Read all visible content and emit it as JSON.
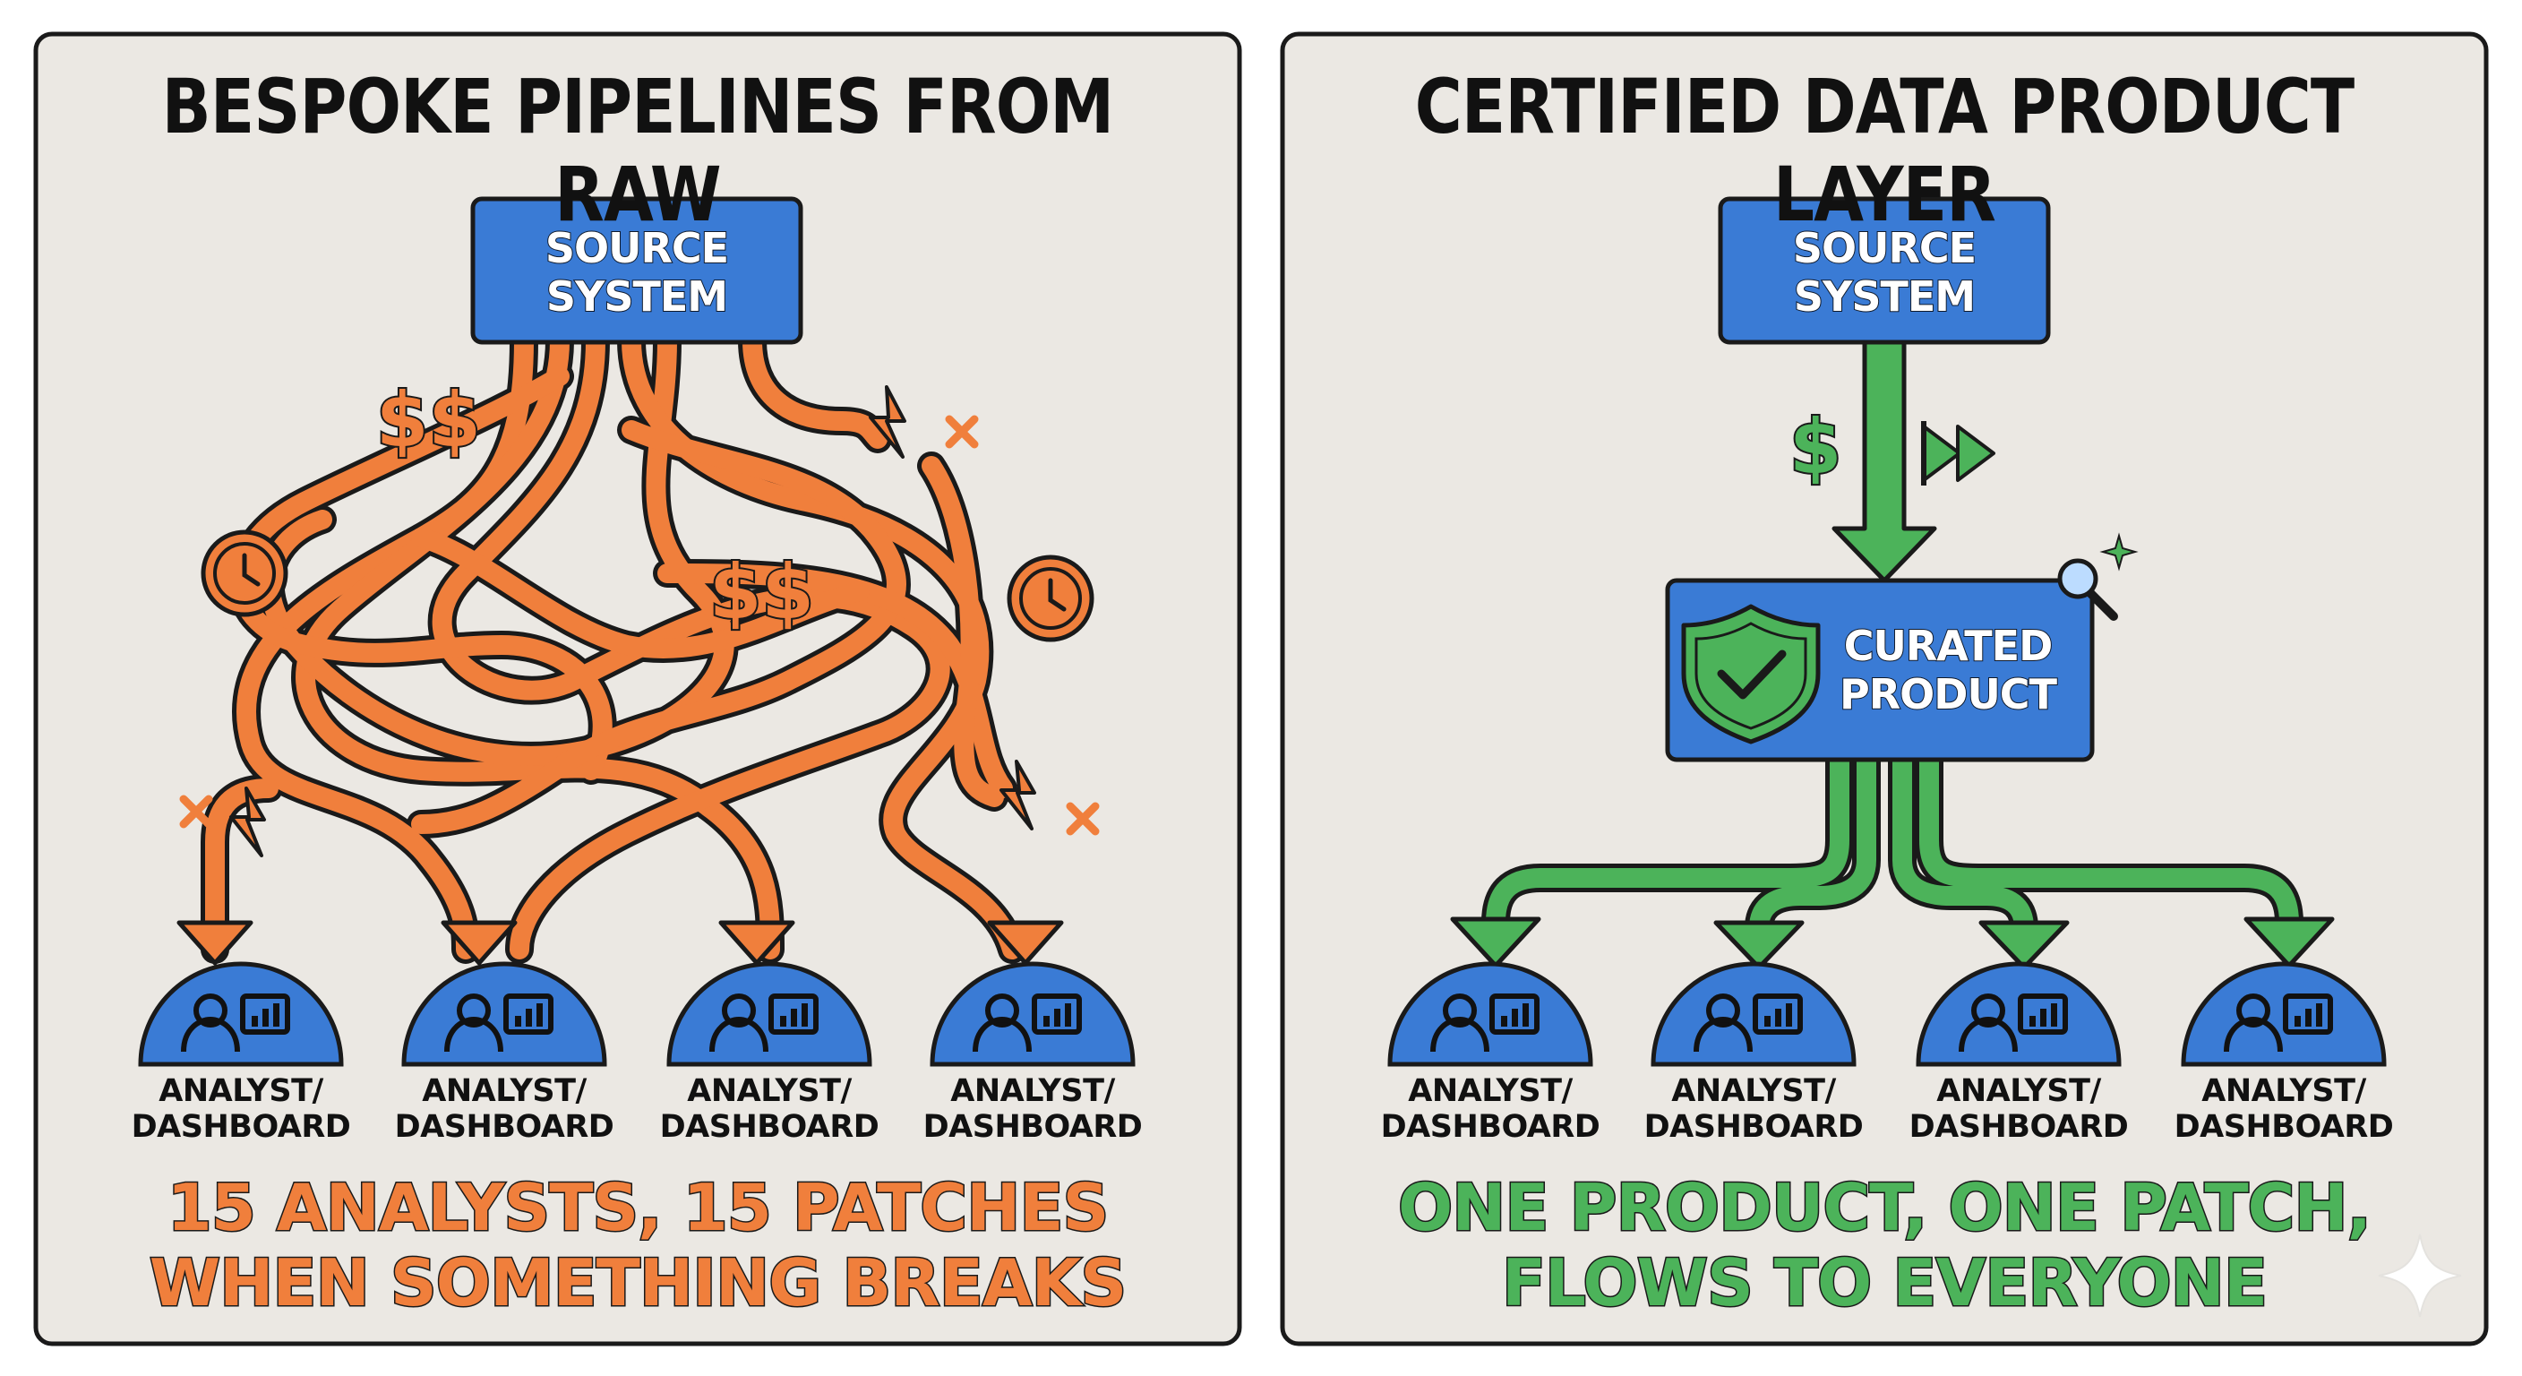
{
  "left_panel": {
    "title": "BESPOKE PIPELINES FROM RAW",
    "source": {
      "line1": "SOURCE",
      "line2": "SYSTEM"
    },
    "cost_markers": [
      "$$",
      "$$"
    ],
    "consumers": [
      {
        "line1": "ANALYST/",
        "line2": "DASHBOARD"
      },
      {
        "line1": "ANALYST/",
        "line2": "DASHBOARD"
      },
      {
        "line1": "ANALYST/",
        "line2": "DASHBOARD"
      },
      {
        "line1": "ANALYST/",
        "line2": "DASHBOARD"
      }
    ],
    "caption": {
      "line1": "15 ANALYSTS, 15 PATCHES",
      "line2": "WHEN SOMETHING BREAKS"
    }
  },
  "right_panel": {
    "title": "CERTIFIED DATA PRODUCT LAYER",
    "source": {
      "line1": "SOURCE",
      "line2": "SYSTEM"
    },
    "cost_marker": "$",
    "product": {
      "line1": "CURATED",
      "line2": "PRODUCT"
    },
    "consumers": [
      {
        "line1": "ANALYST/",
        "line2": "DASHBOARD"
      },
      {
        "line1": "ANALYST/",
        "line2": "DASHBOARD"
      },
      {
        "line1": "ANALYST/",
        "line2": "DASHBOARD"
      },
      {
        "line1": "ANALYST/",
        "line2": "DASHBOARD"
      }
    ],
    "caption": {
      "line1": "ONE PRODUCT, ONE PATCH,",
      "line2": "FLOWS TO EVERYONE"
    }
  },
  "colors": {
    "panel_bg": "#ebe8e3",
    "panel_border": "#1a1a1a",
    "box_blue": "#3a7bd5",
    "pipe_orange": "#f07f3c",
    "pipe_green": "#4cb35a",
    "text_dark": "#111111"
  },
  "icons": [
    "clock-icon",
    "lightning-break-icon",
    "x-mark-icon",
    "shield-check-icon",
    "magnifier-icon",
    "sparkle-icon",
    "fast-forward-icon",
    "analyst-dashboard-icon",
    "star-watermark-icon"
  ]
}
